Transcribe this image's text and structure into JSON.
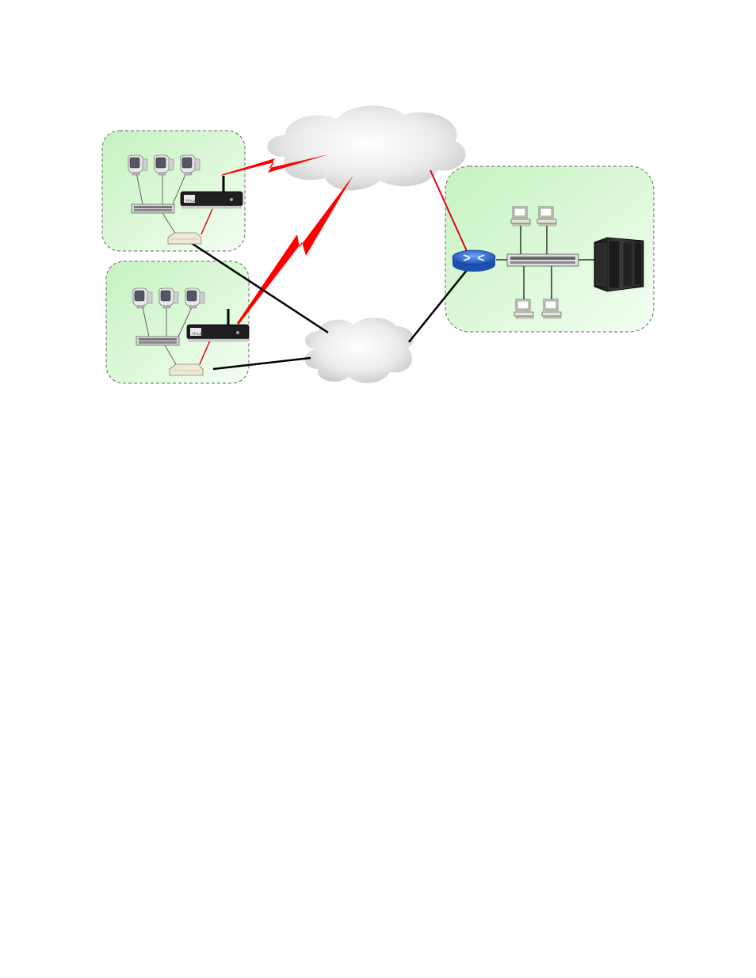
{
  "diagram": {
    "colors": {
      "page_background": "#ffffff",
      "site_fill": "#ccf5c8",
      "site_border": "#666666",
      "cloud_fill": "#e3e3e3",
      "wireless_link": "#ff0000",
      "wired_link": "#000000",
      "red_link": "#e0001b",
      "router_blue": "#2f6fcf",
      "router_box_dark": "#1f1f1f"
    },
    "router_brand": "TP-LINK",
    "sites": [
      {
        "name": "branch-site-1",
        "icons": [
          "crt-monitor-icon",
          "crt-monitor-icon",
          "crt-monitor-icon",
          "switch-icon",
          "wireless-router-icon",
          "modem-icon"
        ]
      },
      {
        "name": "branch-site-2",
        "icons": [
          "crt-monitor-icon",
          "crt-monitor-icon",
          "crt-monitor-icon",
          "switch-icon",
          "wireless-router-icon",
          "modem-icon"
        ]
      },
      {
        "name": "head-office",
        "icons": [
          "pc-icon",
          "pc-icon",
          "pc-icon",
          "pc-icon",
          "switch-icon",
          "router-icon",
          "server-rack-icon"
        ]
      }
    ],
    "clouds": [
      "wireless-cloud",
      "internet-cloud"
    ],
    "links": [
      {
        "name": "branch-1-wireless-link",
        "type": "wireless"
      },
      {
        "name": "branch-2-wireless-link",
        "type": "wireless"
      },
      {
        "name": "branch-1-internet-link",
        "type": "wired"
      },
      {
        "name": "branch-2-internet-link",
        "type": "wired"
      },
      {
        "name": "headoffice-wireless-link",
        "type": "red-wired"
      },
      {
        "name": "headoffice-internet-link",
        "type": "wired"
      }
    ]
  }
}
